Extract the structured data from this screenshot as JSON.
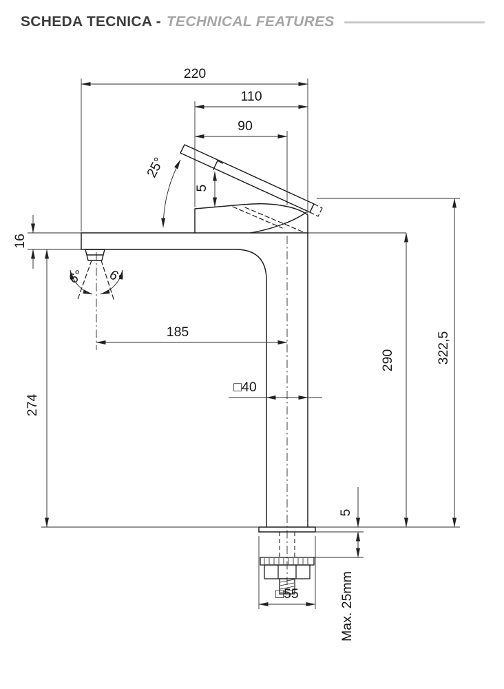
{
  "header": {
    "title": "SCHEDA TECNICA -",
    "subtitle": "TECHNICAL FEATURES"
  },
  "colors": {
    "line": "#1e1e1e",
    "title": "#3c3c3c",
    "subtitle": "#a6a6a6",
    "rule": "#c9c9c9",
    "background": "#ffffff"
  },
  "drawing": {
    "type": "technical-drawing",
    "subject": "tall single-lever basin mixer tap, side elevation with dimensions (mm)",
    "labels": {
      "overall_width": "220",
      "head_width": "110",
      "cartridge_width": "90",
      "handle_angle": "25°",
      "handle_clearance": "5",
      "spout_section_height": "16",
      "spray_angle_left": "6°",
      "spray_angle_right": "6°",
      "spout_reach": "185",
      "spout_underside_height": "274",
      "body_height": "290",
      "overall_height": "322,5",
      "body_section": "□40",
      "base_plate_thickness": "5",
      "base_section": "□55",
      "max_counter_thickness": "Max. 25mm"
    }
  }
}
